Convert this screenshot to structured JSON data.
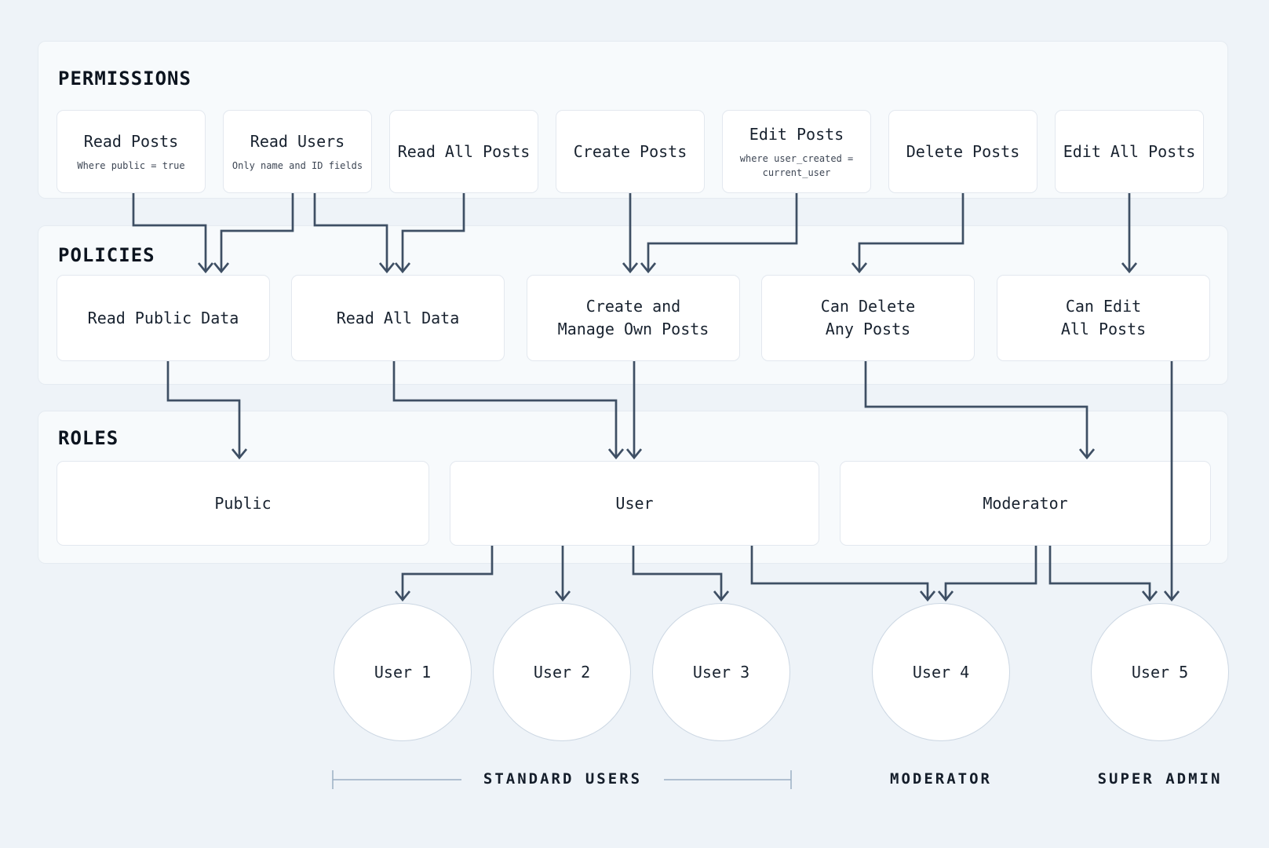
{
  "diagram": {
    "sections": [
      {
        "id": "permissions",
        "title": "PERMISSIONS",
        "items": [
          {
            "id": "read-posts",
            "label": "Read Posts",
            "sublabel": "Where public = true"
          },
          {
            "id": "read-users",
            "label": "Read Users",
            "sublabel": "Only name and ID fields"
          },
          {
            "id": "read-all-posts",
            "label": "Read All Posts"
          },
          {
            "id": "create-posts",
            "label": "Create Posts"
          },
          {
            "id": "edit-posts",
            "label": "Edit Posts",
            "sublabel": "where user_created =\ncurrent_user"
          },
          {
            "id": "delete-posts",
            "label": "Delete Posts"
          },
          {
            "id": "edit-all-posts",
            "label": "Edit All Posts"
          }
        ]
      },
      {
        "id": "policies",
        "title": "POLICIES",
        "items": [
          {
            "id": "read-public-data",
            "label": "Read Public Data"
          },
          {
            "id": "read-all-data",
            "label": "Read All Data"
          },
          {
            "id": "create-manage-own-posts",
            "label": "Create and\nManage Own Posts"
          },
          {
            "id": "can-delete-any-posts",
            "label": "Can Delete\nAny Posts"
          },
          {
            "id": "can-edit-all-posts",
            "label": "Can Edit\nAll Posts"
          }
        ]
      },
      {
        "id": "roles",
        "title": "ROLES",
        "items": [
          {
            "id": "public",
            "label": "Public"
          },
          {
            "id": "user",
            "label": "User"
          },
          {
            "id": "moderator",
            "label": "Moderator"
          }
        ]
      }
    ],
    "users": [
      {
        "id": "user-1",
        "label": "User 1"
      },
      {
        "id": "user-2",
        "label": "User 2"
      },
      {
        "id": "user-3",
        "label": "User 3"
      },
      {
        "id": "user-4",
        "label": "User 4"
      },
      {
        "id": "user-5",
        "label": "User 5"
      }
    ],
    "group_labels": [
      {
        "id": "standard-users",
        "label": "STANDARD USERS",
        "bracket": true
      },
      {
        "id": "moderator-group",
        "label": "MODERATOR",
        "bracket": false
      },
      {
        "id": "super-admin",
        "label": "SUPER ADMIN",
        "bracket": false
      }
    ],
    "edges": [
      {
        "from": "read-posts",
        "to": "read-public-data"
      },
      {
        "from": "read-users",
        "to": "read-public-data"
      },
      {
        "from": "read-users",
        "to": "read-all-data"
      },
      {
        "from": "read-all-posts",
        "to": "read-all-data"
      },
      {
        "from": "create-posts",
        "to": "create-manage-own-posts"
      },
      {
        "from": "edit-posts",
        "to": "create-manage-own-posts"
      },
      {
        "from": "delete-posts",
        "to": "can-delete-any-posts"
      },
      {
        "from": "edit-all-posts",
        "to": "can-edit-all-posts"
      },
      {
        "from": "read-public-data",
        "to": "public"
      },
      {
        "from": "read-all-data",
        "to": "user"
      },
      {
        "from": "create-manage-own-posts",
        "to": "user"
      },
      {
        "from": "can-delete-any-posts",
        "to": "moderator"
      },
      {
        "from": "user",
        "to": "user-1"
      },
      {
        "from": "user",
        "to": "user-2"
      },
      {
        "from": "user",
        "to": "user-3"
      },
      {
        "from": "user",
        "to": "user-4"
      },
      {
        "from": "moderator",
        "to": "user-4"
      },
      {
        "from": "moderator",
        "to": "user-5"
      },
      {
        "from": "can-edit-all-posts",
        "to": "user-5"
      }
    ],
    "colors": {
      "page_bg": "#eef3f8",
      "panel_bg": "#f7fafc",
      "panel_border": "#e5ebf1",
      "box_bg": "#ffffff",
      "box_border": "#e3e8ef",
      "circle_border": "#ccd7e3",
      "connector": "#3e4f64",
      "bracket": "#9cb0c4",
      "text": "#18222f",
      "subtext": "#3d4654"
    }
  }
}
